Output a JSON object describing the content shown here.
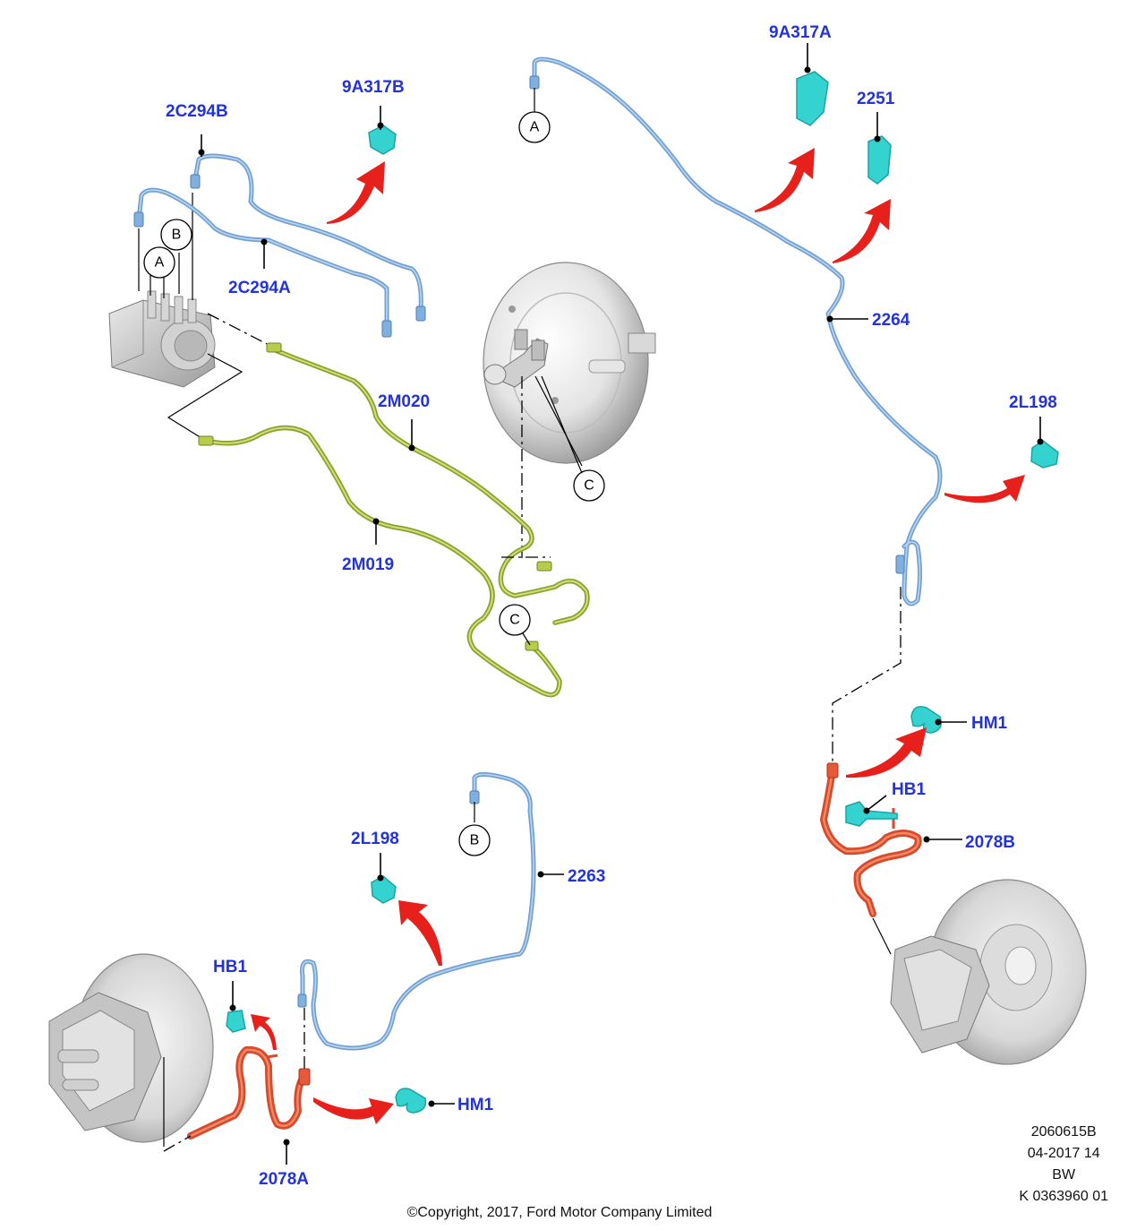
{
  "labels": {
    "l_2c294b": "2C294B",
    "l_9a317b": "9A317B",
    "l_2c294a": "2C294A",
    "l_2m020": "2M020",
    "l_2m019": "2M019",
    "l_9a317a": "9A317A",
    "l_2251": "2251",
    "l_2264": "2264",
    "l_2l198_right": "2L198",
    "l_hm1_right": "HM1",
    "l_hb1_right": "HB1",
    "l_2078b": "2078B",
    "l_2l198_left": "2L198",
    "l_2263": "2263",
    "l_hb1_left": "HB1",
    "l_hm1_left": "HM1",
    "l_2078a": "2078A"
  },
  "callouts": {
    "a1": "A",
    "b1": "B",
    "a2": "A",
    "b2": "B",
    "c1": "C",
    "c2": "C"
  },
  "footer": {
    "line1": "2060615B",
    "line2": "04-2017 14",
    "line3": "BW",
    "line4": "K 0363960 01",
    "copyright": "©Copyright, 2017, Ford Motor Company Limited"
  },
  "colors": {
    "label": "#2233dd",
    "blue_line": "#6f9ed0",
    "green_line": "#8aa12b",
    "red_hose": "#d84a2c",
    "arrow": "#e8201c",
    "clip": "#35d3d0"
  },
  "icons": [
    "abs-module",
    "brake-booster",
    "brake-disc-caliper",
    "bracket-clip",
    "hose-lock-clip",
    "bolt",
    "curved-arrow"
  ]
}
